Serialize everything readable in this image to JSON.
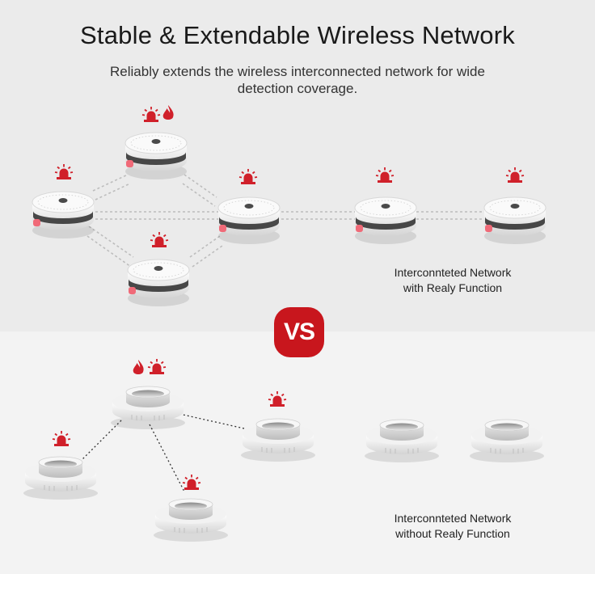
{
  "heading": {
    "title": "Stable & Extendable Wireless Network",
    "subtitle": "Reliably extends the wireless interconnected network for wide detection coverage."
  },
  "top_panel": {
    "caption_line1": "Interconnteted Network",
    "caption_line2": "with Realy Function"
  },
  "vs_badge": {
    "label": "VS"
  },
  "bottom_panel": {
    "caption_line1": "Interconnteted Network",
    "caption_line2": "without Realy Function"
  },
  "colors": {
    "alarm_red": "#d0202a",
    "background_top": "#ebebeb",
    "background_bottom": "#f3f3f3"
  },
  "icons": [
    "alarm-light-icon",
    "flame-icon"
  ]
}
